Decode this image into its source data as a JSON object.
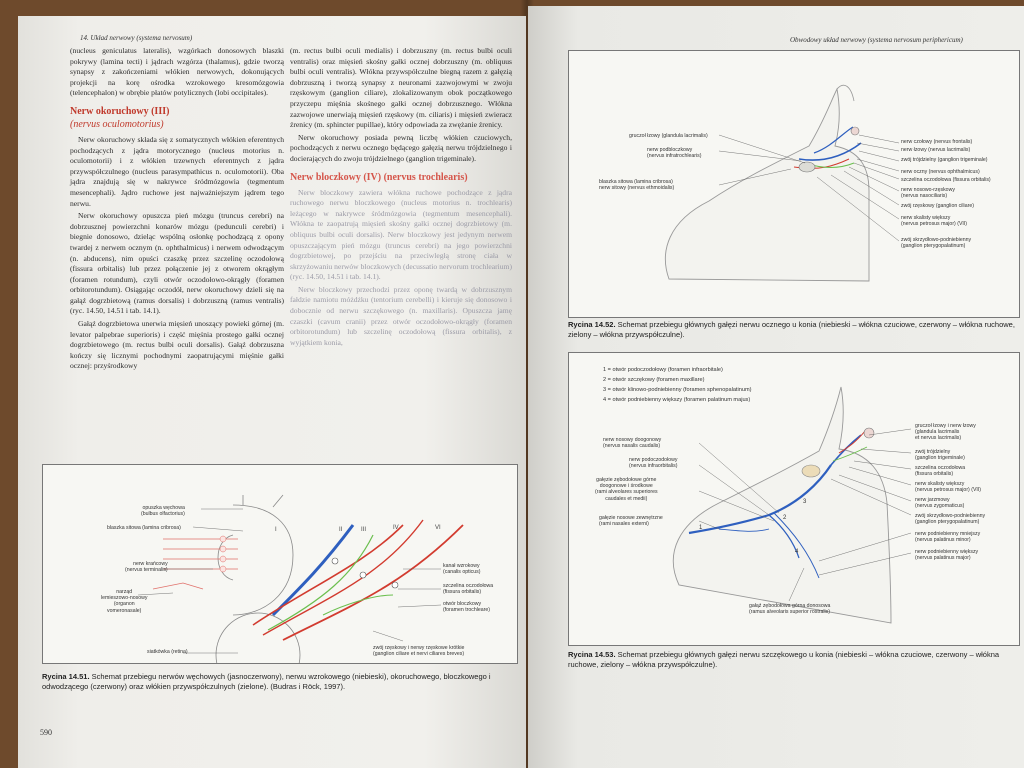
{
  "left": {
    "running_head": "14. Układ nerwowy (systema nervosum)",
    "page_number": "590",
    "col1": [
      "(nucleus geniculatus lateralis), wzgórkach donosowych blaszki pokrywy (lamina tecti) i jądrach wzgórza (thalamus), gdzie tworzą synapsy z zakończeniami włókien nerwowych, dokonujących projekcji na korę ośrodka wzrokowego kresomózgowia (telencephalon) w obrębie płatów potylicznych (lobi occipitales)."
    ],
    "heading3_pl": "Nerw okoruchowy (III)",
    "heading3_lat": "(nervus oculomotorius)",
    "col1b": [
      "Nerw okoruchowy składa się z somatycznych włókien eferentnych pochodzących z jądra motorycznego (nucleus motorius n. oculomotorii) i z włókien trzewnych eferentnych z jądra przywspółczulnego (nucleus parasympathicus n. oculomotorii). Oba jądra znajdują się w nakrywce śródmózgowia (tegmentum mesencephali). Jądro ruchowe jest najważniejszym jądrem tego nerwu.",
      "Nerw okoruchowy opuszcza pień mózgu (truncus cerebri) na dobrzusznej powierzchni konarów mózgu (pedunculi cerebri) i biegnie donosowo, dzieląc wspólną osłonkę pochodzącą z opony twardej z nerwem ocznym (n. ophthalmicus) i nerwem odwodzącym (n. abducens), nim opuści czaszkę przez szczelinę oczodołową (fissura orbitalis) lub przez połączenie jej z otworem okrągłym (foramen rotundum), czyli otwór oczodołowo-okrągły (foramen orbitorotundum). Osiągając oczodół, nerw okoruchowy dzieli się na gałąź dogrzbietową (ramus dorsalis) i dobrzuszną (ramus ventralis) (ryc. 14.50, 14.51 i tab. 14.1).",
      "Gałąź dogrzbietowa unerwia mięsień unoszący powieki górnej (m. levator palpebrae superioris) i część mięśnia prostego gałki ocznej dogrzbietowego (m. rectus bulbi oculi dorsalis). Gałąź dobrzuszna kończy się licznymi pochodnymi zaopatrującymi mięśnie gałki ocznej: przyśrodkowy"
    ],
    "col2a": [
      "(m. rectus bulbi oculi medialis) i dobrzuszny (m. rectus bulbi oculi ventralis) oraz mięsień skośny gałki ocznej dobrzuszny (m. obliquus bulbi oculi ventralis). Włókna przywspółczulne biegną razem z gałęzią dobrzuszną i tworzą synapsy z neuronami zazwojowymi w zwoju rzęskowym (ganglion ciliare), zlokalizowanym obok początkowego przyczepu mięśnia skośnego gałki ocznej dobrzusznego. Włókna zazwojowe unerwiają mięsień rzęskowy (m. ciliaris) i mięsień zwieracz źrenicy (m. sphincter pupillae), który odpowiada za zwężanie źrenicy.",
      "Nerw okoruchowy posiada pewną liczbę włókien czuciowych, pochodzących z nerwu ocznego będącego gałęzią nerwu trójdzielnego i docierających do zwoju trójdzielnego (ganglion trigeminale)."
    ],
    "heading4": "Nerw bloczkowy (IV) (nervus trochlearis)",
    "col2b": [
      "Nerw bloczkowy zawiera włókna ruchowe pochodzące z jądra ruchowego nerwu bloczkowego (nucleus motorius n. trochlearis) leżącego w nakrywce śródmózgowia (tegmentum mesencephali). Włókna te zaopatrują mięsień skośny gałki ocznej dogrzbietowy (m. obliquus bulbi oculi dorsalis). Nerw bloczkowy jest jedynym nerwem opuszczającym pień mózgu (truncus cerebri) na jego powierzchni dogrzbietowej, po przejściu na przeciwległą stronę ciała w skrzyżowaniu nerwów bloczkowych (decussatio nervorum trochlearium) (ryc. 14.50, 14.51 i tab. 14.1).",
      "Nerw bloczkowy przechodzi przez oponę twardą w dobrzusznym fałdzie namiotu móżdżku (tentorium cerebelli) i kieruje się donosowo i dobocznie od nerwu szczękowego (n. maxillaris). Opuszcza jamę czaszki (cavum cranii) przez otwór oczodołowo-okrągły (foramen orbitorotundum) lub szczelinę oczodołową (fissura orbitalis), z wyjątkiem konia,"
    ],
    "fig51": {
      "roman": [
        "I",
        "II",
        "III",
        "IV",
        "VI"
      ],
      "labels_left": [
        "opuszka węchowa\n(bulbus olfactorius)",
        "blaszka sitowa (lamina cribrosa)",
        "nerw krańcowy\n(nervus terminalis)",
        "narząd\nlemieszowo-nosowy\n(organon\nvomeronasale)",
        "siatkówka (retina)"
      ],
      "labels_right": [
        "kanał wzrokowy\n(canalis opticus)",
        "szczelina oczodołowa\n(fissura orbitalis)",
        "otwór bloczkowy\n(foramen trochleare)",
        "zwój rzęskowy i nerwy rzęskowe krótkie\n(ganglion ciliare et nervi ciliares breves)"
      ],
      "caption_num": "Rycina 14.51.",
      "caption_text": "Schemat przebiegu nerwów węchowych (jasnoczerwony), nerwu wzrokowego (niebieski), okoruchowego, bloczkowego i odwodzącego (czerwony) oraz włókien przywspółczulnych (zielone). (Budras i Röck, 1997)."
    }
  },
  "right": {
    "running_head": "Obwodowy układ nerwowy (systema nervosum periphericum)",
    "fig52": {
      "labels_left": [
        "gruczoł łzowy (glandula lacrimalis)",
        "nerw podbloczkowy\n(nervus infratrochlearis)",
        "blaszka sitowa (lamina cribrosa)\nnerw sitowy (nervus ethmoidalis)"
      ],
      "labels_right": [
        "nerw czołowy (nervus frontalis)",
        "nerw łzowy (nervus lacrimalis)",
        "zwój trójdzielny (ganglion trigeminale)",
        "nerw oczny (nervus ophthalmicus)",
        "szczelina oczodołowa (fissura orbitalis)",
        "nerw nosowo-rzęskowy\n(nervus nasociliaris)",
        "zwój rzęskowy (ganglion ciliare)",
        "nerw skalisty większy\n(nervus petrosus major) (VII)",
        "zwój skrzydłowo-podniebienny\n(ganglion pterygopalatinum)"
      ],
      "caption_num": "Rycina 14.52.",
      "caption_text": "Schemat przebiegu głównych gałęzi nerwu ocznego u konia (niebieski – włókna czuciowe, czerwony – włókna ruchowe, zielony – włókna przywspółczulne)."
    },
    "fig53": {
      "legend": [
        "1 = otwór podoczodołowy (foramen infraorbitale)",
        "2 = otwór szczękowy (foramen maxillare)",
        "3 = otwór klinowo-podniebienny (foramen sphenopalatinum)",
        "4 = otwór podniebienny większy (foramen palatinum majus)"
      ],
      "labels_left": [
        "nerw nosowy doogonowy\n(nervus nasalis caudalis)",
        "nerw podoczodołowy\n(nervus infraorbitalis)",
        "gałęzie zębodołowe górne\ndoogonowe i środkowe\n(rami alveolares superiores\ncaudales et medii)",
        "gałęzie nosowe zewnętrzne\n(rami nasales externi)"
      ],
      "labels_right": [
        "gruczoł łzowy i nerw łzowy\n(glandula lacrimalis\net nervus lacrimalis)",
        "zwój trójdzielny\n(ganglion trigeminale)",
        "szczelina oczodołowa\n(fissura orbitalis)",
        "nerw skalisty większy\n(nervus petrosus major) (VII)",
        "nerw jarzmowy\n(nervus zygomaticus)",
        "zwój skrzydłowo-podniebienny\n(ganglion pterygopalatinum)",
        "nerw podniebienny mniejszy\n(nervus palatinus minor)",
        "nerw podniebienny większy\n(nervus palatinus major)"
      ],
      "label_bottom": "gałąź zębodołowa górna donosowa\n(ramus alveolaris superior rostralis)",
      "caption_num": "Rycina 14.53.",
      "caption_text": "Schemat przebiegu głównych gałęzi nerwu szczękowego u konia (niebieski – włókna czuciowe, czerwony – włókna ruchowe, zielony – włókna przywspółczulne)."
    }
  }
}
